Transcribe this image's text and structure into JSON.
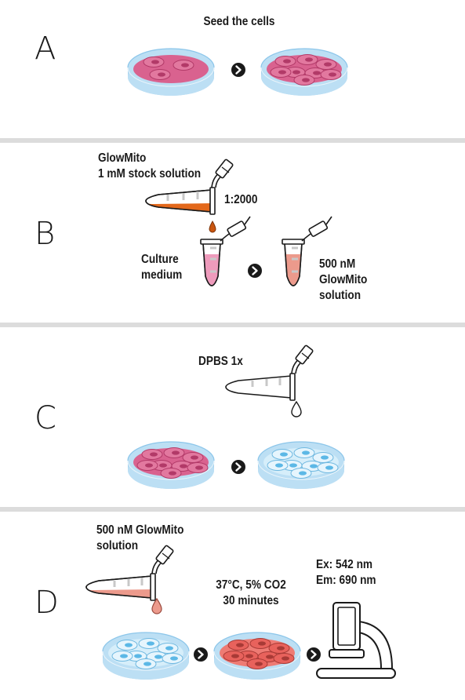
{
  "colors": {
    "separator": "#dcdcdc",
    "dish_blue": "#bcdff4",
    "dish_blue_dark": "#8cc6ea",
    "medium_pink": "#d9628f",
    "cell_pink_stroke": "#b23a68",
    "buffer_blue": "#d6eefa",
    "cell_blue": "#5cb8e6",
    "stain_red": "#ee7b74",
    "stock_orange": "#e3681b",
    "solution_salmon": "#ec9a8c",
    "culture_pink": "#ee9bbc",
    "arrow": "#1a1a1a"
  },
  "panels": [
    {
      "letter": "A",
      "labels": {
        "title": "Seed the cells"
      }
    },
    {
      "letter": "B",
      "labels": {
        "stock_line1": "GlowMito",
        "stock_line2": "1 mM stock solution",
        "dilution": "1:2000",
        "medium_line1": "Culture",
        "medium_line2": "medium",
        "result_line1": "500 nM",
        "result_line2": "GlowMito",
        "result_line3": "solution"
      }
    },
    {
      "letter": "C",
      "labels": {
        "wash": "DPBS 1x"
      }
    },
    {
      "letter": "D",
      "labels": {
        "add_line1": "500 nM GlowMito",
        "add_line2": "solution",
        "incubate_line1": "37°C, 5% CO2",
        "incubate_line2": "30 minutes",
        "ex": "Ex: 542 nm",
        "em": "Em: 690  nm"
      }
    }
  ]
}
